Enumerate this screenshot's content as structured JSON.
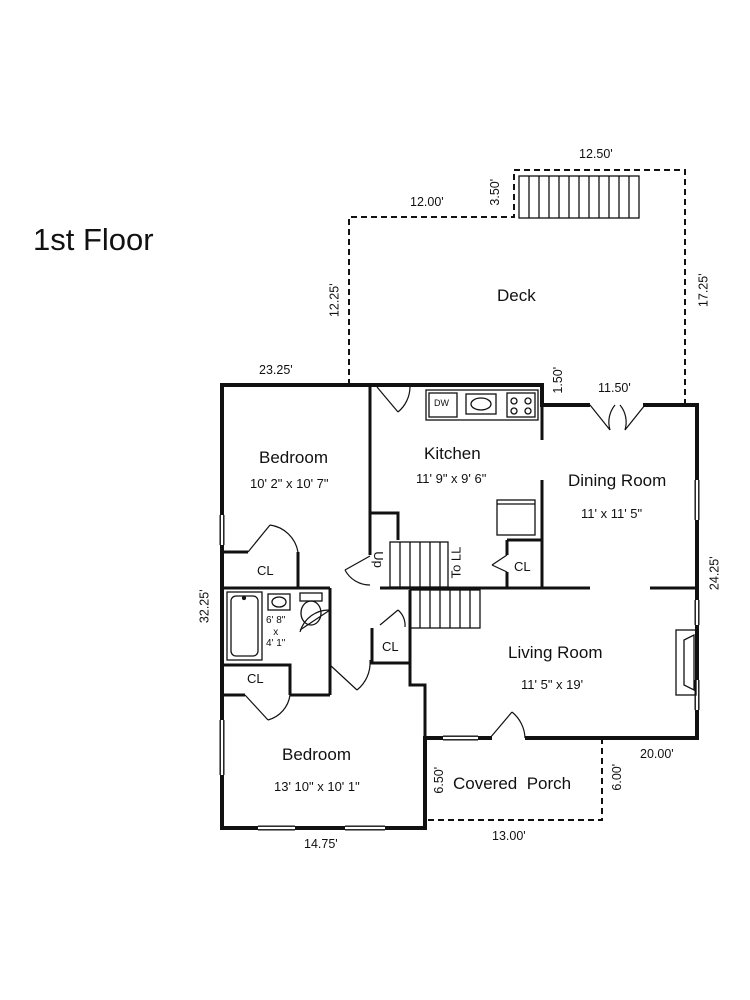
{
  "title": "1st Floor",
  "rooms": {
    "deck": {
      "name": "Deck"
    },
    "kitchen": {
      "name": "Kitchen",
      "size": "11' 9\" x 9' 6\""
    },
    "dining": {
      "name": "Dining Room",
      "size": "11' x 11' 5\""
    },
    "living": {
      "name": "Living Room",
      "size": "11' 5\" x 19'"
    },
    "bedroom_top": {
      "name": "Bedroom",
      "size": "10' 2\" x 10' 7\""
    },
    "bedroom_bottom": {
      "name": "Bedroom",
      "size": "13' 10\" x 10' 1\""
    },
    "porch": {
      "name": "Covered  Porch"
    },
    "bath": {
      "size": "6' 8\"\nx\n4' 1\""
    }
  },
  "labels": {
    "closet": "CL",
    "dishwasher": "DW",
    "up": "Up",
    "to_lower_level": "To LL"
  },
  "dimensions": {
    "deck_top": "12.50'",
    "deck_step": "3.50'",
    "deck_upper_left": "12.00'",
    "deck_left": "12.25'",
    "deck_right": "17.25'",
    "house_top": "23.25'",
    "kitchen_right": "1.50'",
    "dining_top": "11.50'",
    "house_left": "32.25'",
    "house_right": "24.25'",
    "living_bottom": "20.00'",
    "porch_left": "6.50'",
    "porch_right": "6.00'",
    "porch_bottom": "13.00'",
    "house_bottom": "14.75'"
  }
}
